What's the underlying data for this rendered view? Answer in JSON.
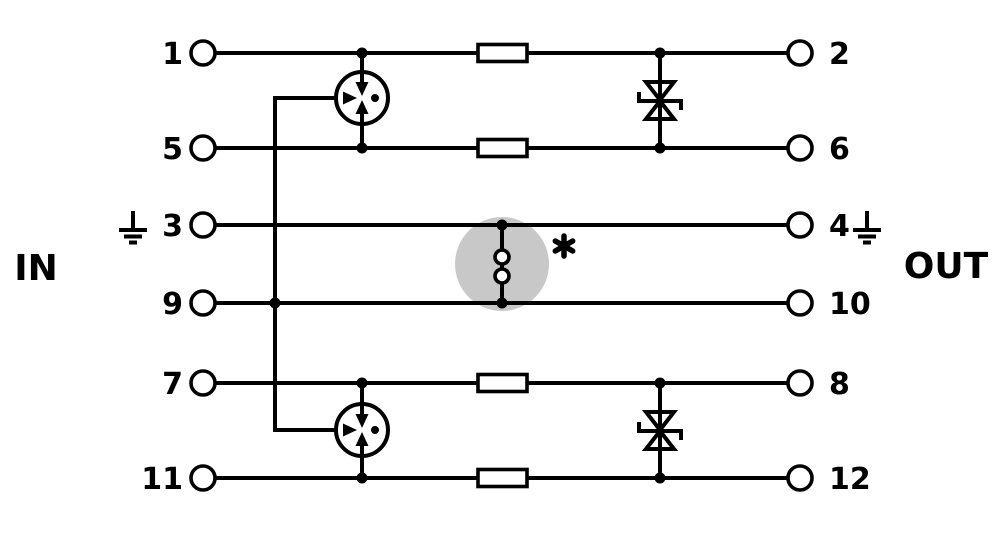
{
  "labels": {
    "in": "IN",
    "out": "OUT",
    "spark_gap_marker": "*"
  },
  "terminals": {
    "in": [
      "1",
      "5",
      "3",
      "9",
      "7",
      "11"
    ],
    "out": [
      "2",
      "6",
      "4",
      "10",
      "8",
      "12"
    ]
  },
  "components": {
    "resistor_count": 4,
    "gas_discharge_tube_count": 2,
    "suppressor_diode_count": 2,
    "spark_gap_count": 1,
    "ground_symbol_count": 2
  },
  "colors": {
    "line": "#000000",
    "background": "#ffffff",
    "spark_gap_highlight": "#c8c8c8"
  }
}
